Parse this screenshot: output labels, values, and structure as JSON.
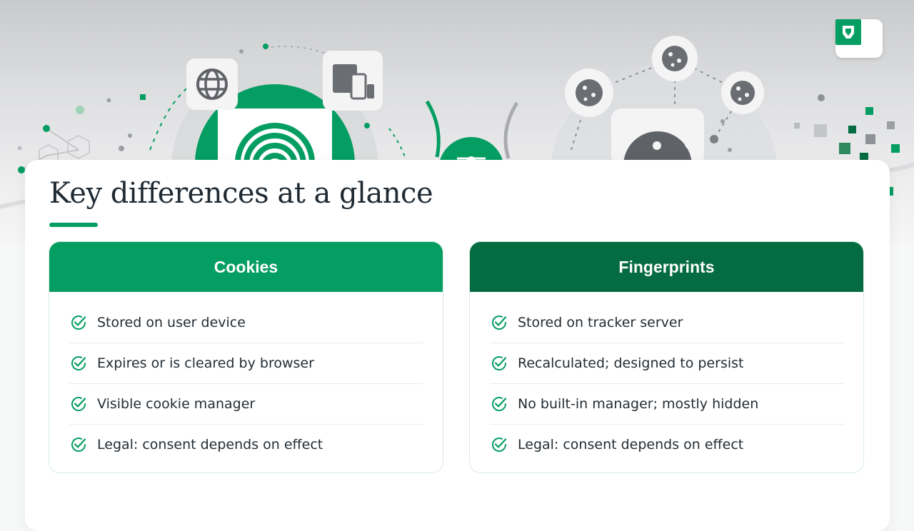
{
  "title": "Key differences at a glance",
  "colors": {
    "accent_green": "#049d62",
    "dark_green": "#056b40",
    "text": "#232c33"
  },
  "icons": [
    "globe-icon",
    "devices-icon",
    "fingerprint-icon",
    "cookie-icon",
    "logo-icon",
    "check-icon"
  ],
  "columns": [
    {
      "header": "Cookies",
      "items": [
        "Stored on user device",
        "Expires or is cleared by browser",
        "Visible cookie manager",
        "Legal: consent depends on effect"
      ]
    },
    {
      "header": "Fingerprints",
      "items": [
        "Stored on tracker server",
        "Recalculated; designed to persist",
        "No built-in manager; mostly hidden",
        "Legal: consent depends on effect"
      ]
    }
  ]
}
